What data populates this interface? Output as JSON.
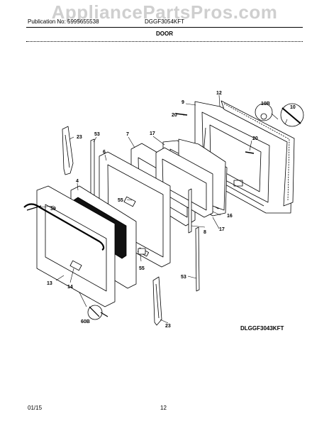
{
  "watermark": "AppliancePartsPros.com",
  "header": {
    "publication": "Publication No: 5995655538",
    "model": "DGGF3054KFT"
  },
  "title": "DOOR",
  "diagram_code": "DLGGF3043KFT",
  "footer": {
    "date": "01/15",
    "page": "12"
  },
  "callouts": {
    "p12": "12",
    "p9": "9",
    "p10b": "10B",
    "p10": "10",
    "p20a": "20",
    "p20b": "20",
    "p23a": "23",
    "p53a": "53",
    "p7": "7",
    "p17a": "17",
    "p6": "6",
    "p16": "16",
    "p4": "4",
    "p55a": "55",
    "p8": "8",
    "p17b": "17",
    "p39": "39",
    "p55b": "55",
    "p53b": "53",
    "p13": "13",
    "p14": "14",
    "p60b": "60B",
    "p23b": "23"
  }
}
